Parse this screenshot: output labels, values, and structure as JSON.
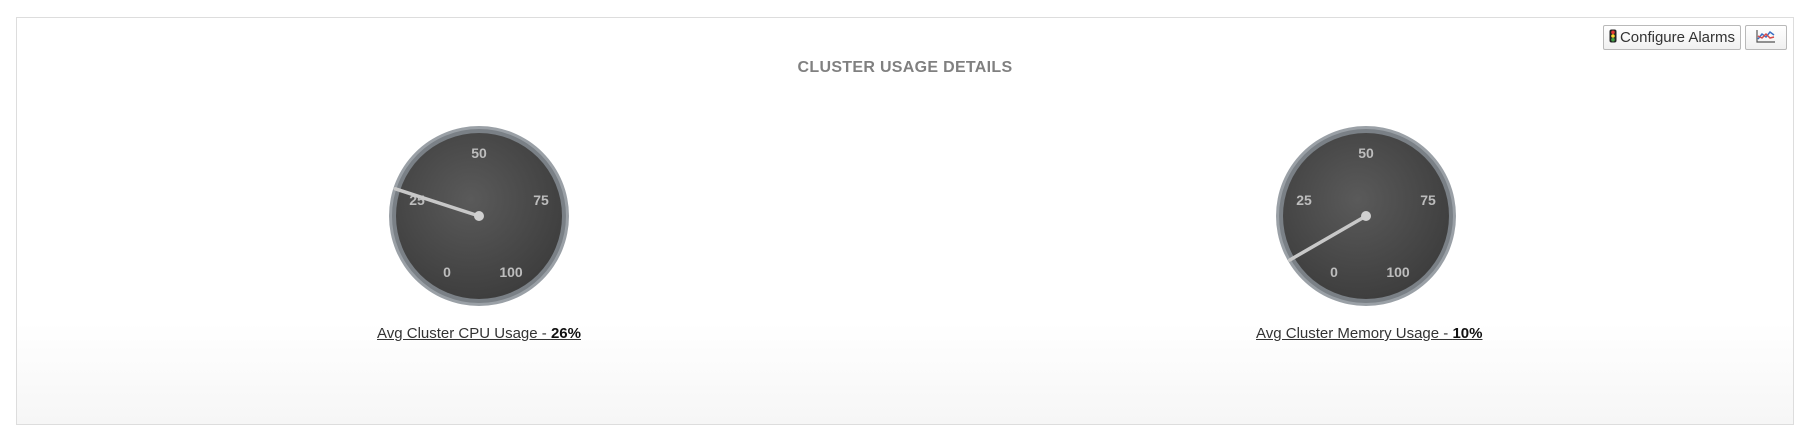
{
  "panel": {
    "title": "CLUSTER USAGE DETAILS"
  },
  "toolbar": {
    "configure_alarms_label": "Configure Alarms",
    "alarm_icon": "traffic-light-icon",
    "chart_icon": "chart-lines-icon"
  },
  "gauges": [
    {
      "caption": "Avg Cluster CPU Usage - ",
      "value_text": "26%",
      "value": 26,
      "ticks": [
        "0",
        "25",
        "50",
        "75",
        "100"
      ]
    },
    {
      "caption": "Avg Cluster Memory Usage - ",
      "value_text": "10%",
      "value": 10,
      "ticks": [
        "0",
        "25",
        "50",
        "75",
        "100"
      ]
    }
  ],
  "colors": {
    "gauge_face": "#3c3c3c",
    "gauge_ring": "#7a8086",
    "needle": "#c8c8c8",
    "tick_text": "#bdbdbd",
    "title": "#808080"
  }
}
